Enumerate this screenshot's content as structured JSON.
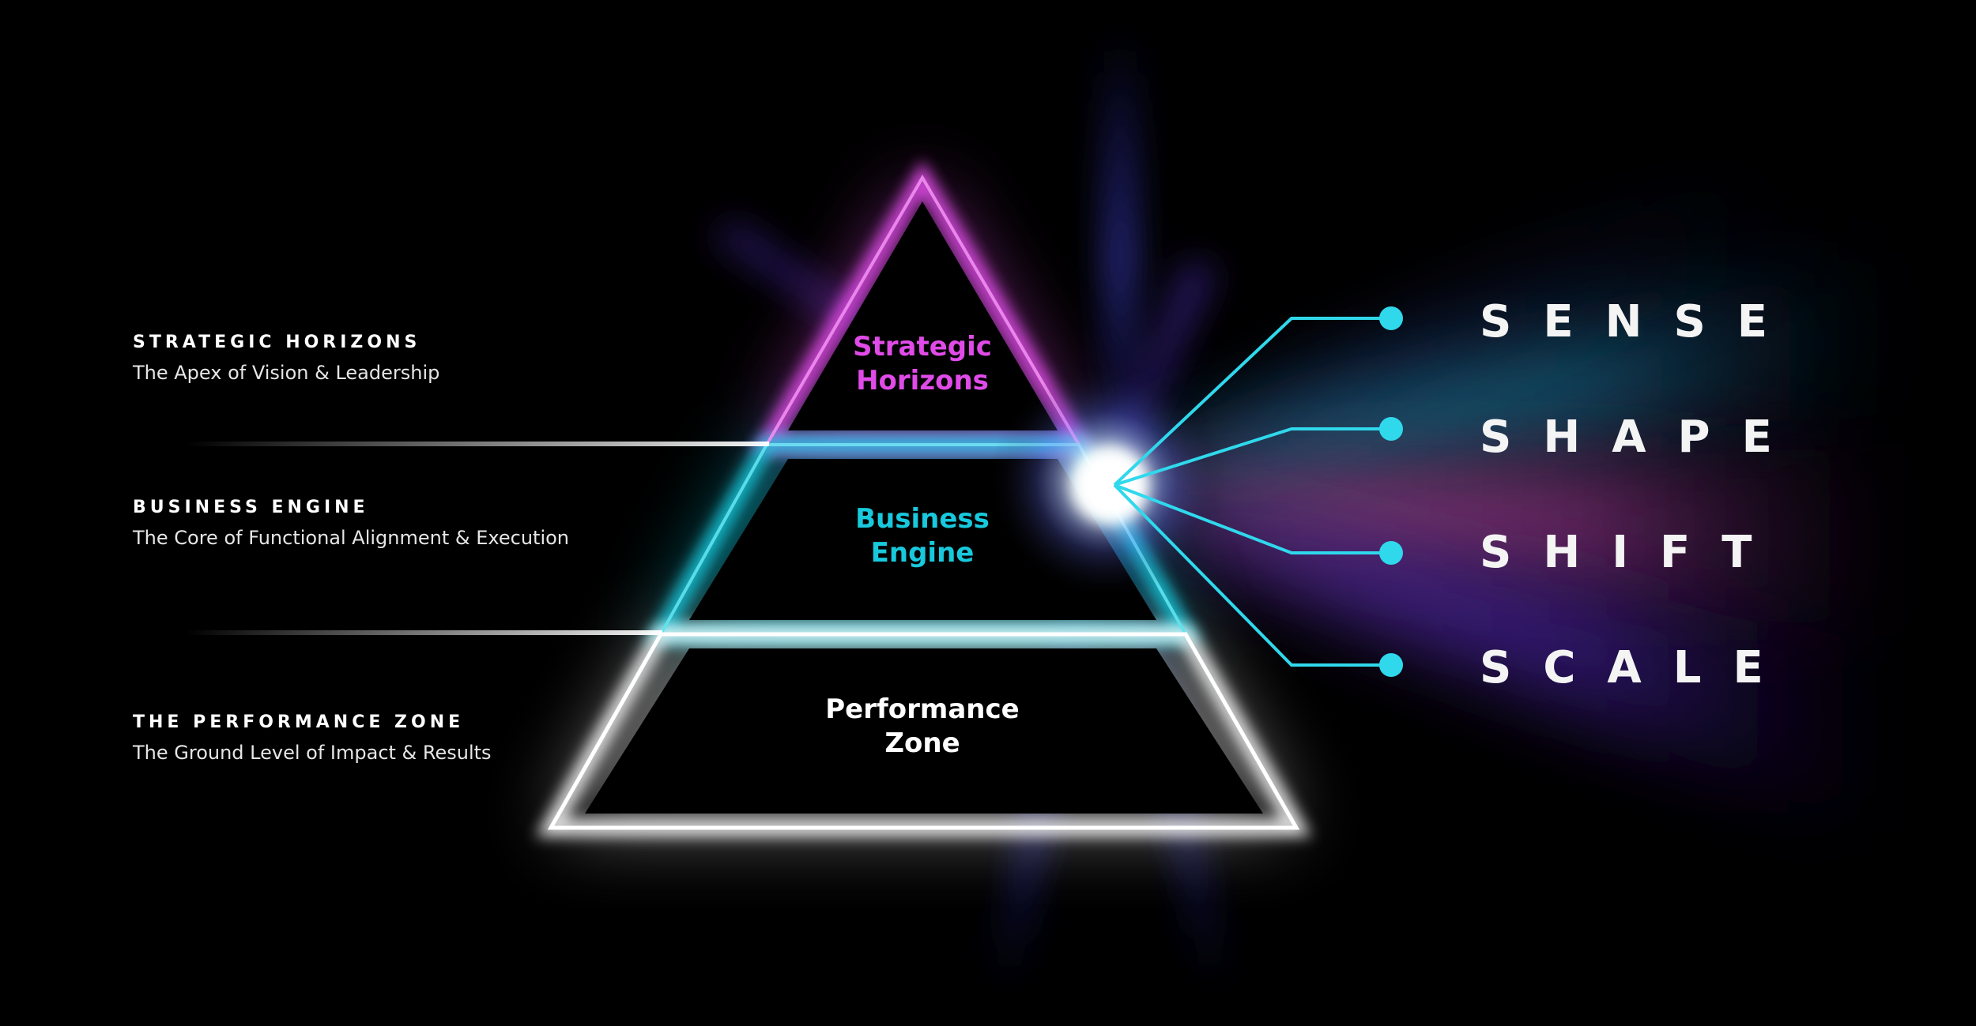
{
  "left_labels": [
    {
      "title": "STRATEGIC HORIZONS",
      "subtitle": "The Apex of Vision & Leadership"
    },
    {
      "title": "BUSINESS ENGINE",
      "subtitle": "The Core of Functional Alignment & Execution"
    },
    {
      "title": "THE PERFORMANCE ZONE",
      "subtitle": "The Ground Level of Impact & Results"
    }
  ],
  "pyramid_tiers": [
    {
      "line1": "Strategic",
      "line2": "Horizons",
      "color": "#e04be8"
    },
    {
      "line1": "Business",
      "line2": "Engine",
      "color": "#18c9dd"
    },
    {
      "line1": "Performance",
      "line2": "Zone",
      "color": "#ffffff"
    }
  ],
  "right_words": [
    "SENSE",
    "SHAPE",
    "SHIFT",
    "SCALE"
  ],
  "colors": {
    "background": "#000000",
    "magenta": "#e04be8",
    "cyan": "#18c9dd",
    "white": "#ffffff",
    "connector": "#30d8ec"
  }
}
